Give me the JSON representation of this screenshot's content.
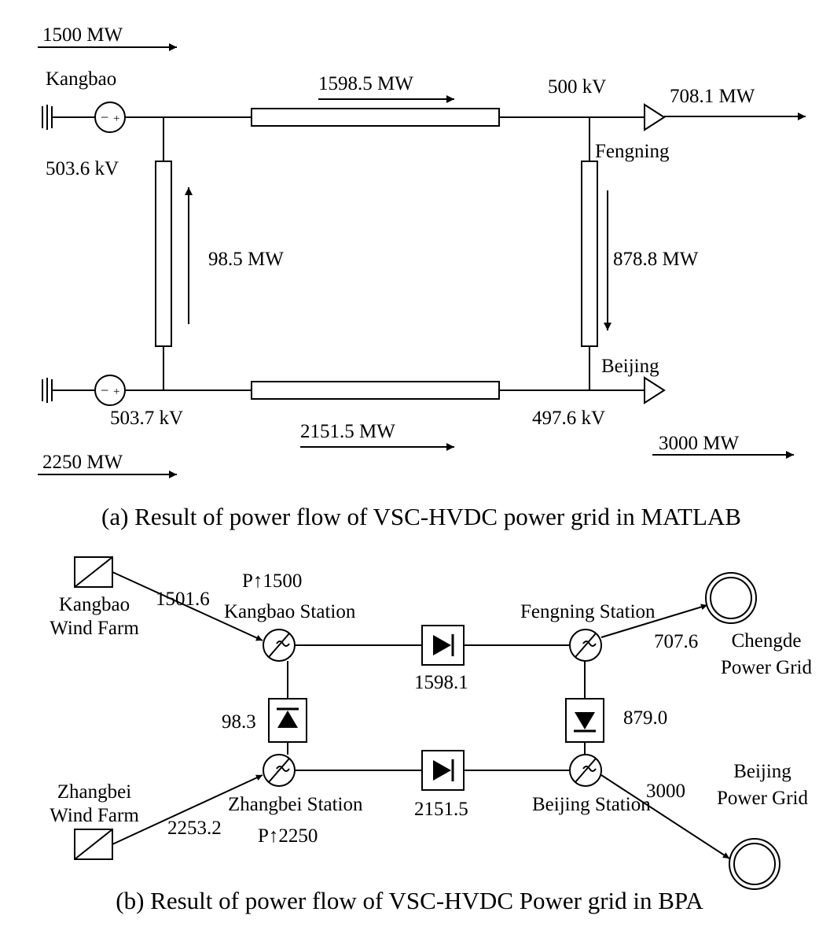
{
  "panel_a": {
    "caption": "(a) Result of power flow of VSC-HVDC power grid in MATLAB",
    "in_top_flow": "1500 MW",
    "in_bottom_flow": "2250 MW",
    "kangbao": "Kangbao",
    "kangbao_voltage": "503.6 kV",
    "zhangbei_voltage": "503.7 kV",
    "top_line_flow": "1598.5 MW",
    "left_line_flow": "98.5 MW",
    "right_line_flow": "878.8 MW",
    "bottom_line_flow": "2151.5 MW",
    "fengning_voltage": "500 kV",
    "fengning": "Fengning",
    "out_top_flow": "708.1 MW",
    "beijing": "Beijing",
    "beijing_voltage": "497.6 kV",
    "out_bottom_flow": "3000 MW"
  },
  "panel_b": {
    "caption": "(b) Result of power flow of VSC-HVDC Power grid in BPA",
    "kangbao_wind_farm": [
      "Kangbao",
      "Wind Farm"
    ],
    "zhangbei_wind_farm": [
      "Zhangbei",
      "Wind Farm"
    ],
    "kangbao_station": "Kangbao Station",
    "zhangbei_station": "Zhangbei Station",
    "fengning_station": "Fengning Station",
    "beijing_station": "Beijing Station",
    "chengde_grid": [
      "Chengde",
      "Power Grid"
    ],
    "beijing_grid": [
      "Beijing",
      "Power Grid"
    ],
    "p_kangbao": "P↑1500",
    "p_zhangbei": "P↑2250",
    "wf_kangbao_flow": "1501.6",
    "wf_zhangbei_flow": "2253.2",
    "top_flow": "1598.1",
    "left_flow": "98.3",
    "right_flow": "879.0",
    "bottom_flow": "2151.5",
    "chengde_flow": "707.6",
    "beijing_flow": "3000"
  }
}
